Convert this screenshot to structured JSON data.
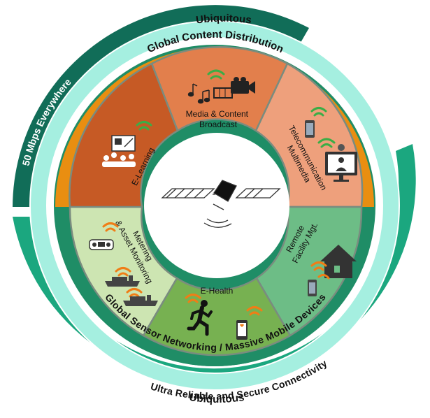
{
  "outer_top_arc": {
    "label": "50 Mbps Everywhere"
  },
  "outer_bottom_arc": {
    "label": "Ultra Reliable and Secure Connectivity"
  },
  "ubiquitous_top": {
    "label": "Ubiquitous"
  },
  "ubiquitous_bottom": {
    "label": "Ubiquitous"
  },
  "ring_top": {
    "label": "Global Content Distribution"
  },
  "ring_bottom": {
    "label": "Global Sensor Networking / Massive Mobile Devices"
  },
  "segments": [
    {
      "id": "media",
      "lines": [
        "Media & Content",
        "Broadcast"
      ],
      "color": "#e27f4c"
    },
    {
      "id": "telecom",
      "lines": [
        "Telecommunication",
        "Multimedia"
      ],
      "color": "#eea07c"
    },
    {
      "id": "remote",
      "lines": [
        "Remote",
        "Facility Mgt."
      ],
      "color": "#6dbd86"
    },
    {
      "id": "ehealth",
      "lines": [
        "E-Health"
      ],
      "color": "#77b151"
    },
    {
      "id": "metering",
      "lines": [
        "Metering",
        "& Asset Monitoring"
      ],
      "color": "#cde5b2"
    },
    {
      "id": "elearning",
      "lines": [
        "E-Learning"
      ],
      "color": "#c65a25"
    }
  ],
  "colors": {
    "dark_green": "#116d58",
    "mid_green": "#1ba77f",
    "aqua": "#a5efe0",
    "orange": "#e98e11",
    "sensor_green": "#1f8d66",
    "wifi_orange": "#f07d16",
    "wifi_green": "#3bad46"
  },
  "icons": [
    "music-notes-icon",
    "video-camera-icon",
    "smartphone-icon",
    "video-call-icon",
    "presentation-icon",
    "satellite-icon",
    "house-icon",
    "runner-icon",
    "ship-icon",
    "meter-icon",
    "wifi-icon"
  ]
}
